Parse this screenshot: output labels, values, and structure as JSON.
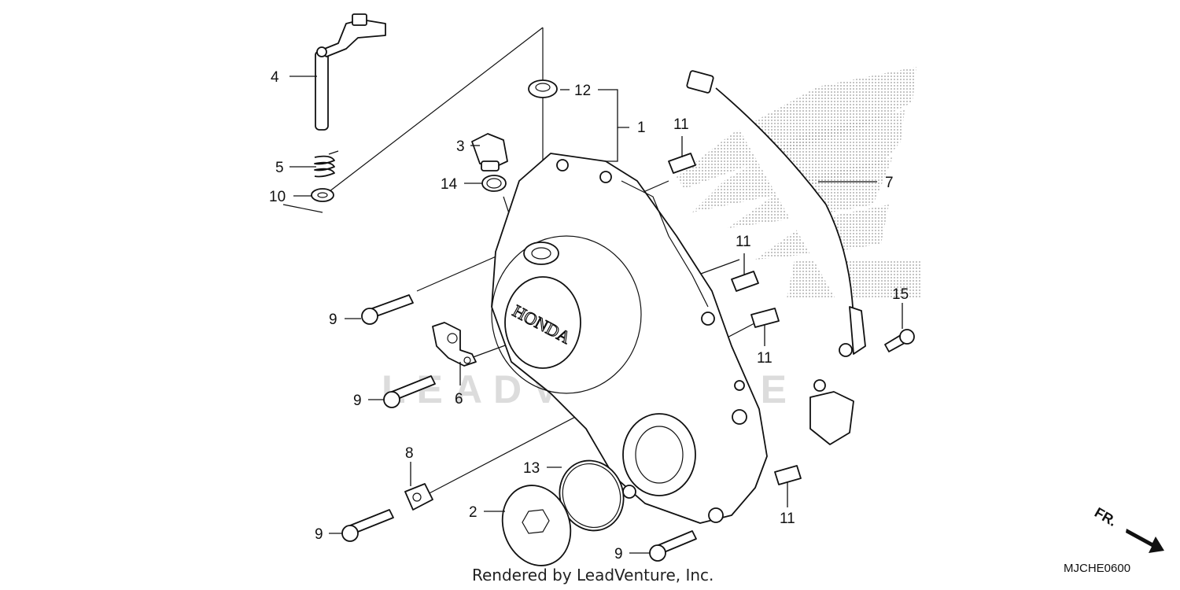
{
  "diagram": {
    "callouts": {
      "c1": "1",
      "c2": "2",
      "c3": "3",
      "c4": "4",
      "c5": "5",
      "c6": "6",
      "c7": "7",
      "c8": "8",
      "c9a": "9",
      "c9b": "9",
      "c9c": "9",
      "c9d": "9",
      "c10": "10",
      "c11a": "11",
      "c11b": "11",
      "c11c": "11",
      "c11d": "11",
      "c12": "12",
      "c13": "13",
      "c14": "14",
      "c15": "15"
    },
    "embossed_brand": "HONDA",
    "watermark": "LEADVENTURE",
    "direction_marker": "FR.",
    "footer_text": "Rendered by LeadVenture, Inc.",
    "diagram_code": "MJCHE0600"
  }
}
